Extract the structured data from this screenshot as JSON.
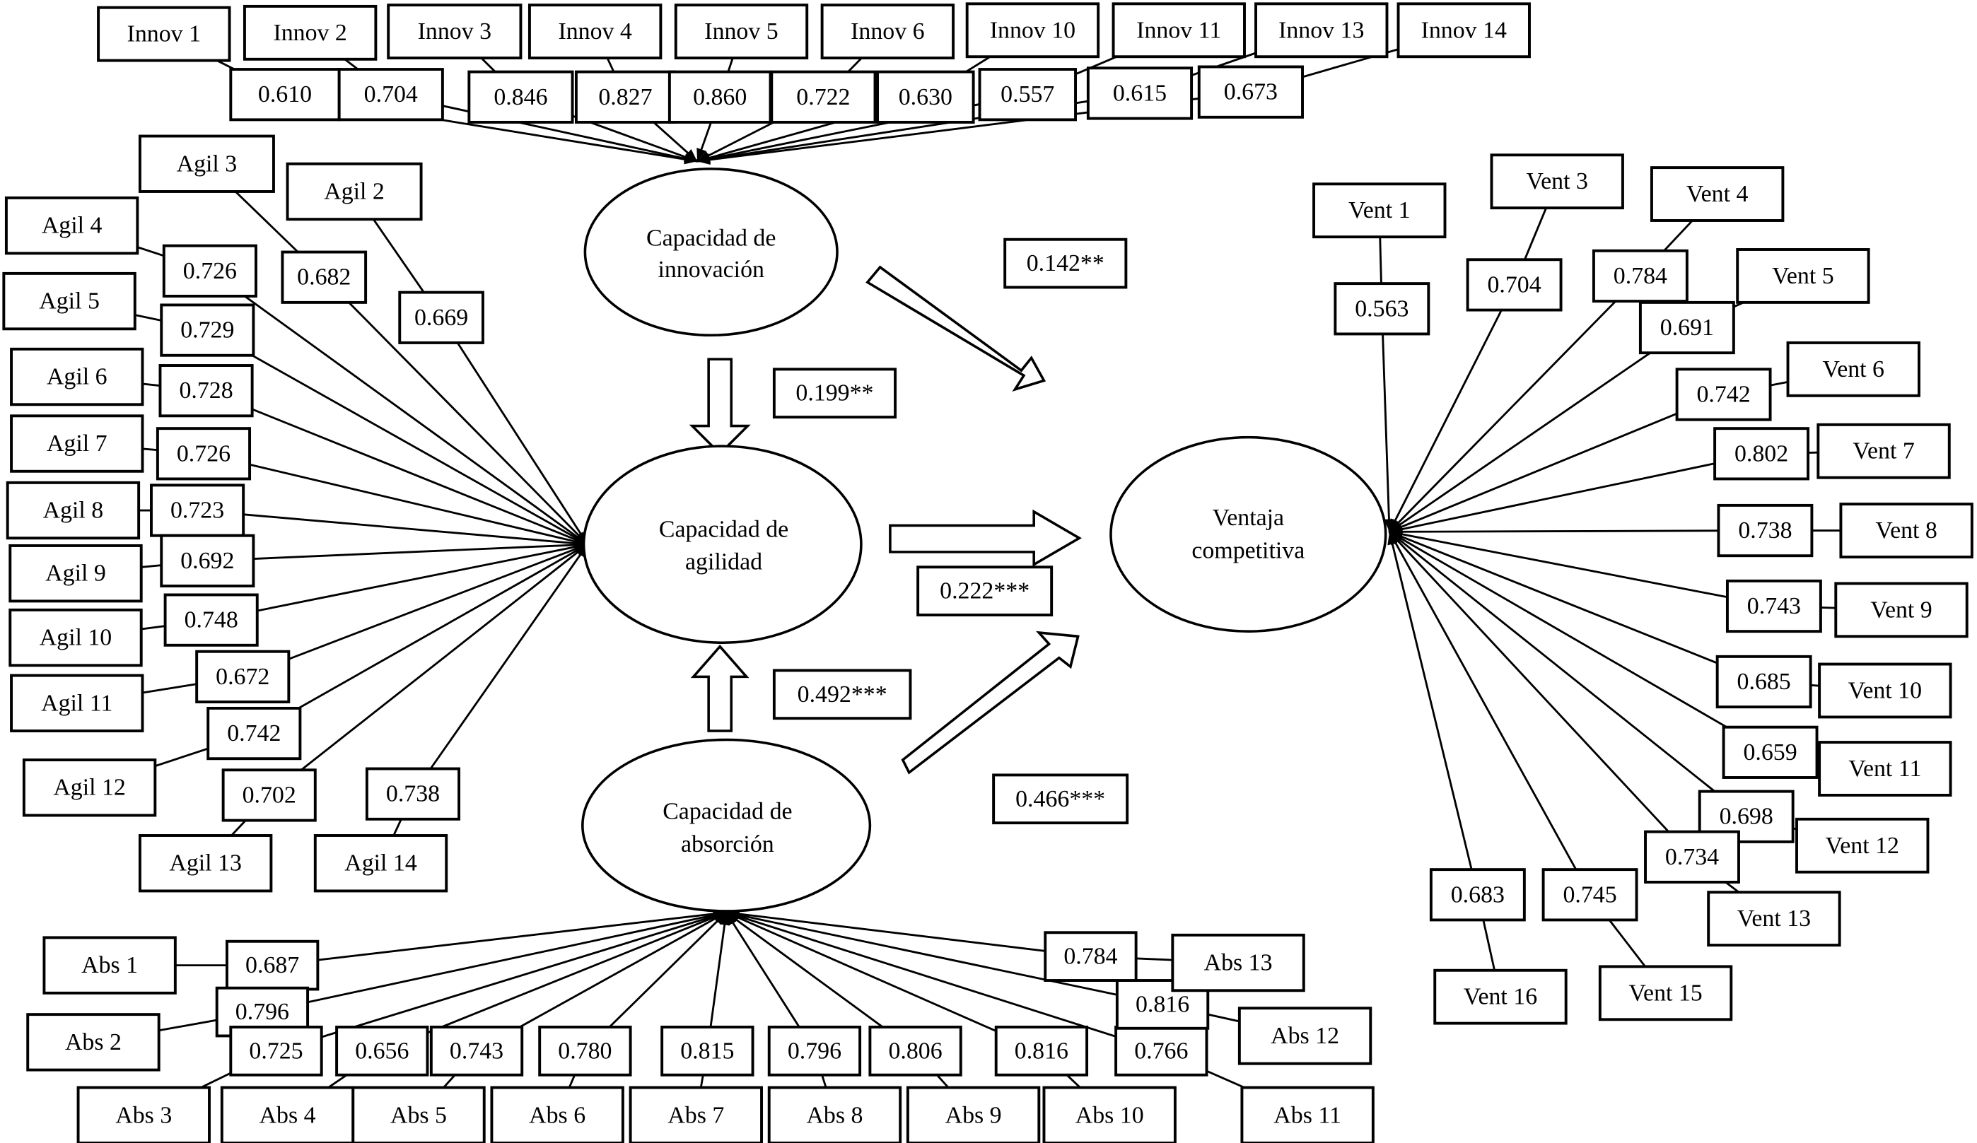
{
  "constructs": {
    "innovacion": {
      "line1": "Capacidad de",
      "line2": "innovación"
    },
    "agilidad": {
      "line1": "Capacidad de",
      "line2": "agilidad"
    },
    "absorcion": {
      "line1": "Capacidad de",
      "line2": "absorción"
    },
    "ventaja": {
      "line1": "Ventaja",
      "line2": "competitiva"
    }
  },
  "paths": [
    {
      "from": "innovacion",
      "to": "agilidad",
      "coefficient": "0.199**"
    },
    {
      "from": "innovacion",
      "to": "ventaja",
      "coefficient": "0.142**"
    },
    {
      "from": "agilidad",
      "to": "ventaja",
      "coefficient": "0.222***"
    },
    {
      "from": "absorcion",
      "to": "agilidad",
      "coefficient": "0.492***"
    },
    {
      "from": "absorcion",
      "to": "ventaja",
      "coefficient": "0.466***"
    }
  ],
  "indicators": {
    "innovacion": [
      {
        "label": "Innov 1",
        "loading": "0.610"
      },
      {
        "label": "Innov 2",
        "loading": "0.704"
      },
      {
        "label": "Innov 3",
        "loading": "0.846"
      },
      {
        "label": "Innov 4",
        "loading": "0.827"
      },
      {
        "label": "Innov 5",
        "loading": "0.860"
      },
      {
        "label": "Innov 6",
        "loading": "0.722"
      },
      {
        "label": "Innov 10",
        "loading": "0.630"
      },
      {
        "label": "Innov 11",
        "loading": "0.557"
      },
      {
        "label": "Innov 13",
        "loading": "0.615"
      },
      {
        "label": "Innov 14",
        "loading": "0.673"
      }
    ],
    "agilidad": [
      {
        "label": "Agil 2",
        "loading": "0.669"
      },
      {
        "label": "Agil 3",
        "loading": "0.682"
      },
      {
        "label": "Agil 4",
        "loading": "0.726"
      },
      {
        "label": "Agil 5",
        "loading": "0.729"
      },
      {
        "label": "Agil 6",
        "loading": "0.728"
      },
      {
        "label": "Agil 7",
        "loading": "0.726"
      },
      {
        "label": "Agil 8",
        "loading": "0.723"
      },
      {
        "label": "Agil 9",
        "loading": "0.692"
      },
      {
        "label": "Agil 10",
        "loading": "0.748"
      },
      {
        "label": "Agil 11",
        "loading": "0.672"
      },
      {
        "label": "Agil 12",
        "loading": "0.742"
      },
      {
        "label": "Agil 13",
        "loading": "0.702"
      },
      {
        "label": "Agil 14",
        "loading": "0.738"
      }
    ],
    "absorcion": [
      {
        "label": "Abs 1",
        "loading": "0.687"
      },
      {
        "label": "Abs 2",
        "loading": "0.796"
      },
      {
        "label": "Abs 3",
        "loading": "0.725"
      },
      {
        "label": "Abs 4",
        "loading": "0.656"
      },
      {
        "label": "Abs 5",
        "loading": "0.743"
      },
      {
        "label": "Abs 6",
        "loading": "0.780"
      },
      {
        "label": "Abs 7",
        "loading": "0.815"
      },
      {
        "label": "Abs 8",
        "loading": "0.796"
      },
      {
        "label": "Abs 9",
        "loading": "0.806"
      },
      {
        "label": "Abs 10",
        "loading": "0.816"
      },
      {
        "label": "Abs 11",
        "loading": "0.766"
      },
      {
        "label": "Abs 12",
        "loading": "0.816"
      },
      {
        "label": "Abs 13",
        "loading": "0.784"
      }
    ],
    "ventaja": [
      {
        "label": "Vent 1",
        "loading": "0.563"
      },
      {
        "label": "Vent 3",
        "loading": "0.704"
      },
      {
        "label": "Vent 4",
        "loading": "0.784"
      },
      {
        "label": "Vent 5",
        "loading": "0.691"
      },
      {
        "label": "Vent 6",
        "loading": "0.742"
      },
      {
        "label": "Vent 7",
        "loading": "0.802"
      },
      {
        "label": "Vent 8",
        "loading": "0.738"
      },
      {
        "label": "Vent 9",
        "loading": "0.743"
      },
      {
        "label": "Vent 10",
        "loading": "0.685"
      },
      {
        "label": "Vent 11",
        "loading": "0.659"
      },
      {
        "label": "Vent 12",
        "loading": "0.698"
      },
      {
        "label": "Vent 13",
        "loading": "0.734"
      },
      {
        "label": "Vent 15",
        "loading": "0.745"
      },
      {
        "label": "Vent 16",
        "loading": "0.683"
      }
    ]
  }
}
